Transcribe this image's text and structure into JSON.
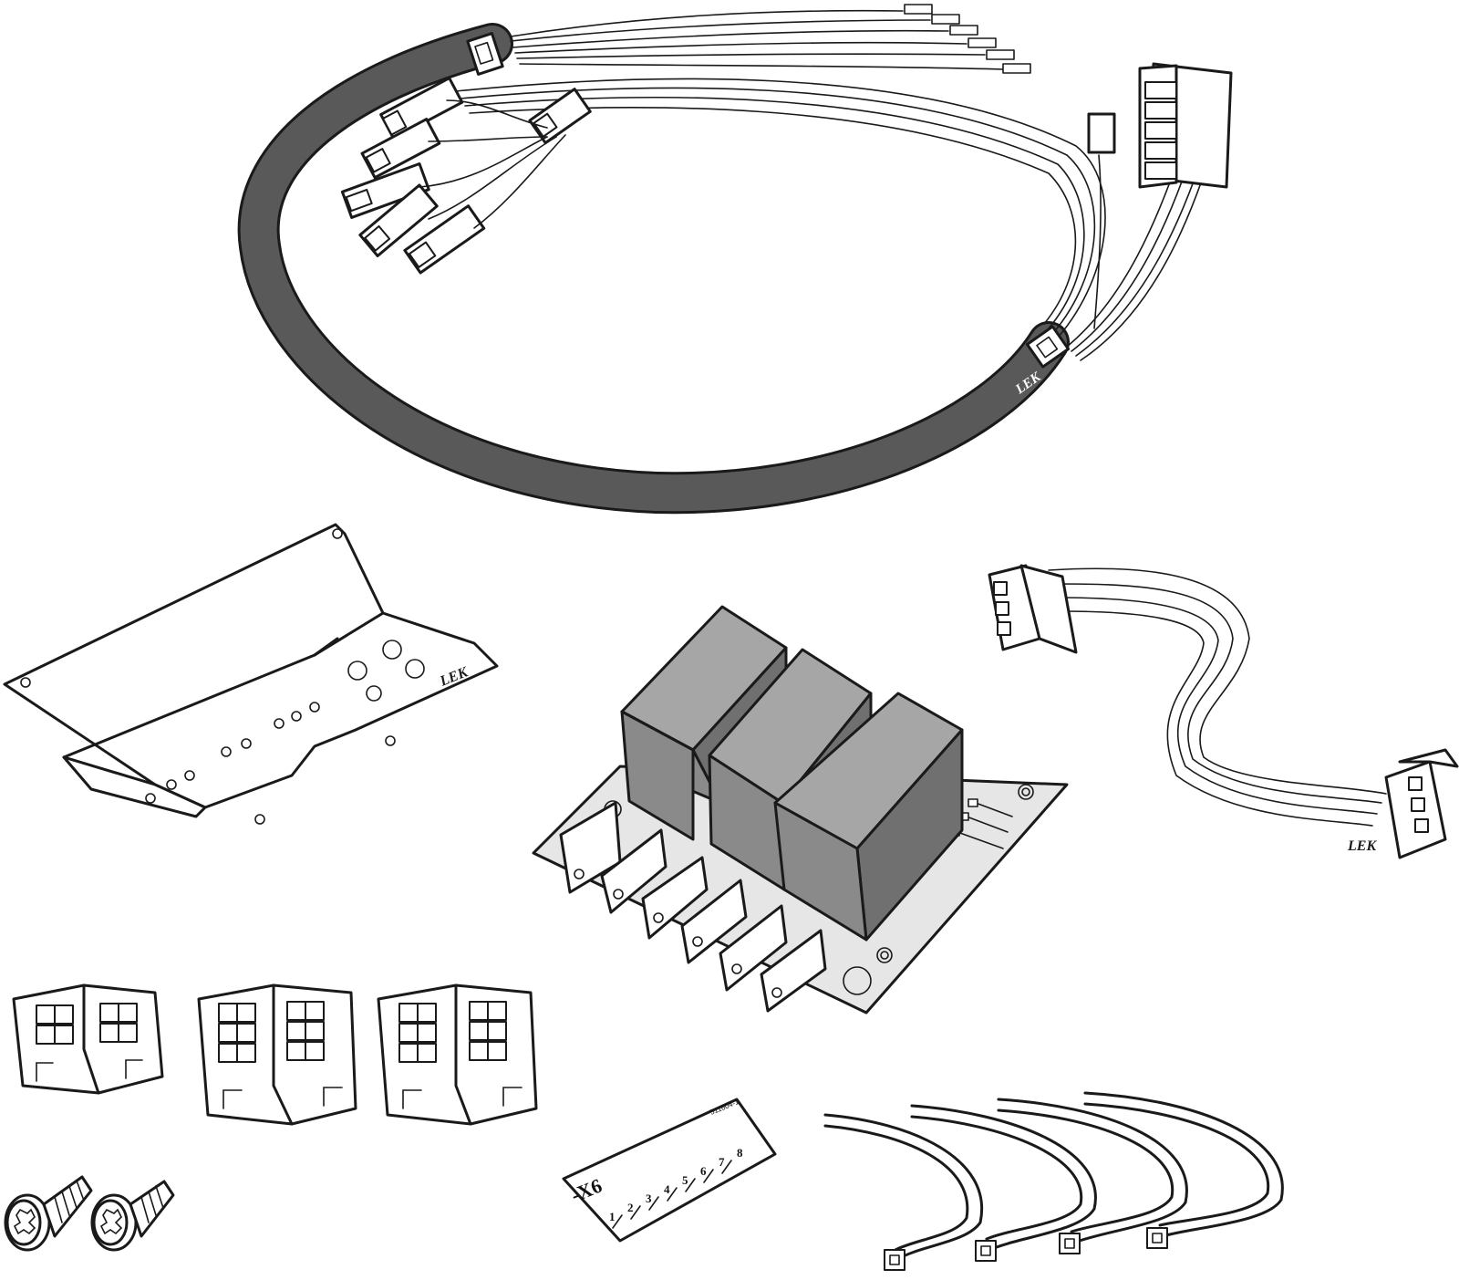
{
  "figure": {
    "parts": [
      {
        "name": "wiring-harness",
        "mark": "LEK"
      },
      {
        "name": "mounting-bracket",
        "mark": "LEK"
      },
      {
        "name": "relay-board"
      },
      {
        "name": "ribbon-cable",
        "mark": "LEK"
      },
      {
        "name": "terminal-blocks",
        "count": 3
      },
      {
        "name": "screws",
        "count": 2
      },
      {
        "name": "terminal-label",
        "title": "-X6",
        "code": "511604-1",
        "numbers": [
          "1",
          "2",
          "3",
          "4",
          "5",
          "6",
          "7",
          "8"
        ]
      },
      {
        "name": "cable-ties",
        "count": 4
      }
    ],
    "colors": {
      "line": "#1a1a1a",
      "sleeve": "#595959",
      "relay": "#8a8a8a",
      "board": "#e6e6e6"
    }
  }
}
